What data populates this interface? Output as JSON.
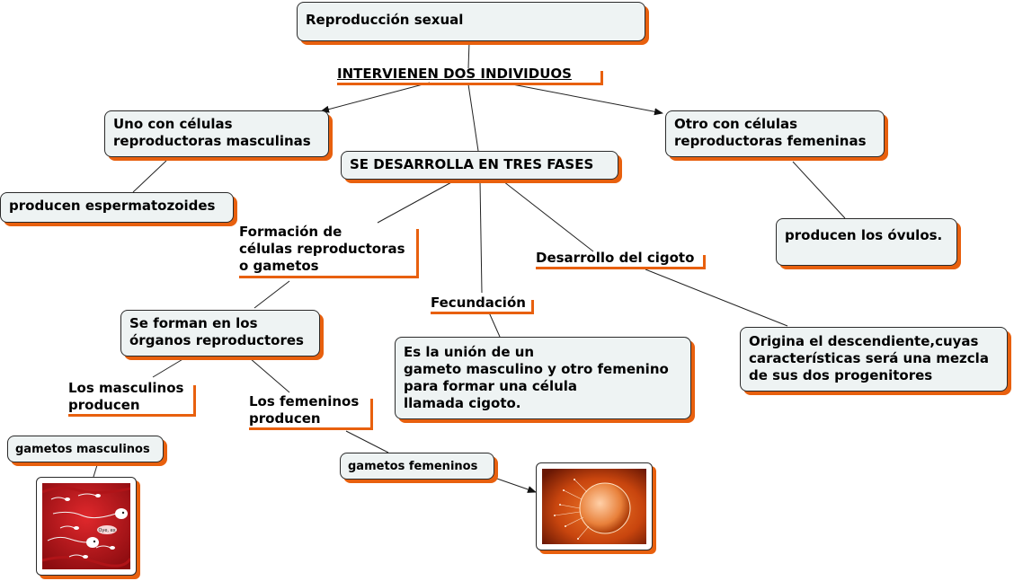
{
  "colors": {
    "accent": "#e8600e",
    "node_fill": "#eef3f3",
    "line": "#222222"
  },
  "nodes": {
    "root": "Reproducción sexual",
    "male_cells": [
      "Uno con células",
      "reproductoras masculinas"
    ],
    "female_cells": [
      "Otro con células",
      "reproductoras femeninas"
    ],
    "three_phases": "SE DESARROLLA EN TRES FASES",
    "sperm": "producen espermatozoides",
    "ova": "producen los óvulos.",
    "organs": [
      "Se forman en los",
      "órganos reproductores"
    ],
    "fertilization_def": [
      "Es la unión de un",
      "gameto masculino y otro femenino",
      "para formar una célula",
      "llamada cigoto."
    ],
    "descendant": [
      "Origina el descendiente,cuyas",
      "características será una mezcla",
      "de sus dos progenitores"
    ],
    "male_gametes": "gametos masculinos",
    "female_gametes": "gametos femeninos"
  },
  "labels": {
    "two_individuals": "INTERVIENEN DOS INDIVIDUOS",
    "gamete_formation": [
      "Formación de",
      "células reproductoras",
      "o gametos"
    ],
    "fertilization": "Fecundación",
    "zygote_dev": "Desarrollo del cigoto",
    "males_produce": [
      "Los masculinos",
      "producen"
    ],
    "females_produce": [
      "Los femeninos",
      "producen"
    ]
  },
  "images": {
    "sperm_image": {
      "caption": "Oye, ex"
    },
    "egg_image": {}
  }
}
